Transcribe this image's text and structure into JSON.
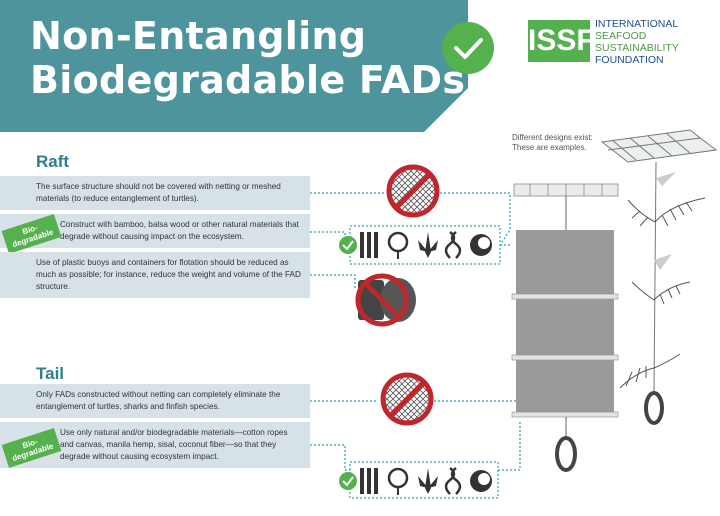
{
  "header": {
    "title_line1": "Non-Entangling",
    "title_line2": "Biodegradable FADs",
    "logo_mark": "ISSF",
    "logo_line1": "INTERNATIONAL",
    "logo_line2": "SEAFOOD",
    "logo_line3": "SUSTAINABILITY",
    "logo_line4": "FOUNDATION"
  },
  "note": {
    "line1": "Different designs exist:",
    "line2": "These are examples."
  },
  "raft": {
    "title": "Raft",
    "item1": "The surface structure should not be covered with netting or meshed materials (to reduce entanglement of turtles).",
    "item2": "Construct with bamboo, balsa wood or other natural materials that degrade without causing impact on the ecosystem.",
    "item3": "Use of plastic buoys and containers for flotation should be reduced as much as possible; for instance, reduce the weight and volume of the FAD structure."
  },
  "tail": {
    "title": "Tail",
    "item1": "Only FADs constructed without netting can completely eliminate the entanglement of turtles, sharks and finfish species.",
    "item2": "Use only natural and/or biodegradable materials—cotton ropes and canvas, manila hemp, sisal, coconut fiber—so that they degrade without causing ecosystem impact."
  },
  "badges": {
    "bio1_line1": "Bio-",
    "bio1_line2": "degradable",
    "bio2_line1": "Bio-",
    "bio2_line2": "degradable"
  },
  "colors": {
    "header": "#4e949c",
    "accent_green": "#55b04e",
    "no_red": "#c0272d",
    "box": "#d7e2e8",
    "section_title": "#2f7f89"
  },
  "icons": [
    "no-netting-icon",
    "bamboo-icon",
    "cotton-icon",
    "hemp-icon",
    "rope-icon",
    "coconut-icon",
    "no-plastic-icon"
  ]
}
